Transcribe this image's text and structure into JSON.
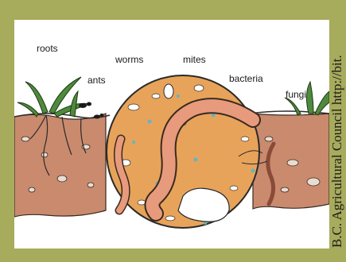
{
  "labels": {
    "roots": "roots",
    "ants": "ants",
    "worms": "worms",
    "mites": "mites",
    "bacteria": "bacteria",
    "fungi": "fungi"
  },
  "credit": "B.C. Agricultural Council  http://bit.",
  "colors": {
    "frame": "#a7ab5c",
    "soil": "#c98a6e",
    "circle_fill": "#e8a35a",
    "worm": "#e89a7c",
    "plant_green": "#4f8a3c",
    "water_blue": "#5fb6c8"
  }
}
